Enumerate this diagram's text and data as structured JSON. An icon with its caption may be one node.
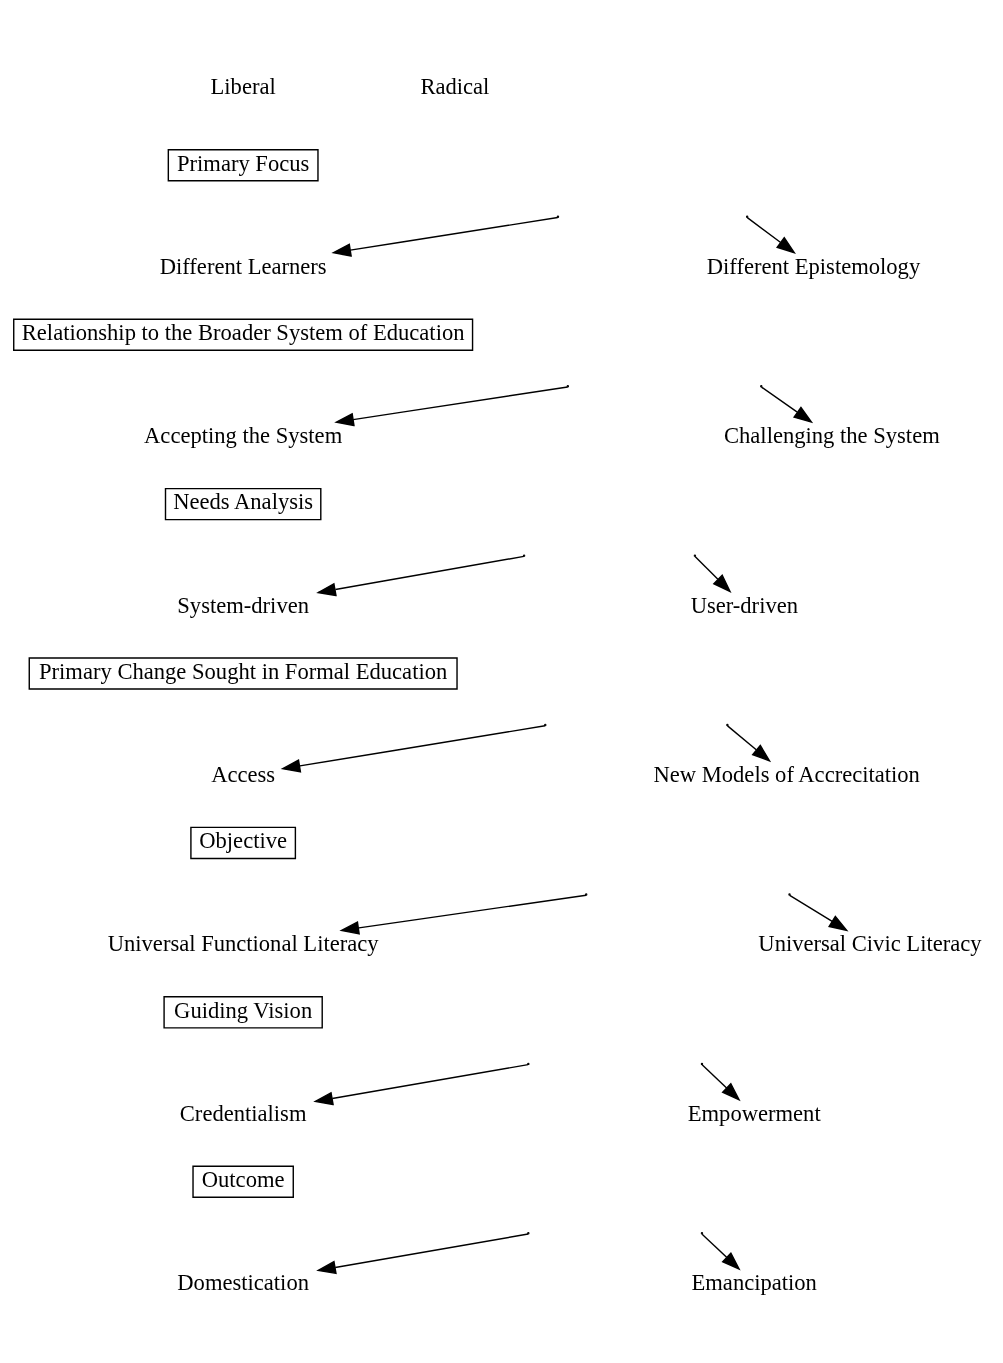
{
  "diagram": {
    "nodes": [
      {
        "text": [
          "Primary Focus"
        ]
      },
      {
        "text": [
          "Different Learners"
        ]
      },
      {
        "text": [
          "Different Epistemology"
        ]
      },
      {
        "text": [
          "Relationship to the Broader System of Education"
        ]
      },
      {
        "text": [
          "Accepting the System"
        ]
      },
      {
        "text": [
          "Challenging the System"
        ]
      },
      {
        "text": [
          "Needs Analysis"
        ]
      },
      {
        "text": [
          "System-driven"
        ]
      },
      {
        "text": [
          "User-driven"
        ]
      },
      {
        "text": [
          "Primary Change Sought in Formal Education"
        ]
      },
      {
        "text": [
          "Access"
        ]
      },
      {
        "text": [
          "New Models of Accrecitation"
        ]
      },
      {
        "text": [
          "Objective"
        ]
      },
      {
        "text": [
          "Universal Functional Literacy"
        ]
      },
      {
        "text": [
          "Universal Civic Literacy"
        ]
      },
      {
        "text": [
          "Guiding Vision"
        ]
      },
      {
        "text": [
          "Credentialism"
        ]
      },
      {
        "text": [
          "Empowerment"
        ]
      },
      {
        "text": [
          "Outcome"
        ]
      },
      {
        "text": [
          "Domestication"
        ]
      },
      {
        "text": [
          "Emancipation"
        ]
      }
    ],
    "edges": [
      {
        "from": null,
        "to": 1,
        "arrow": "to"
      },
      {
        "from": null,
        "to": 2,
        "arrow": "to"
      },
      {
        "from": null,
        "to": 4,
        "arrow": "to"
      },
      {
        "from": null,
        "to": 5,
        "arrow": "to"
      },
      {
        "from": null,
        "to": 7,
        "arrow": "to"
      },
      {
        "from": null,
        "to": 8,
        "arrow": "to"
      },
      {
        "from": null,
        "to": 10,
        "arrow": "to"
      },
      {
        "from": null,
        "to": 11,
        "arrow": "to"
      },
      {
        "from": null,
        "to": 13,
        "arrow": "to"
      },
      {
        "from": null,
        "to": 14,
        "arrow": "to"
      },
      {
        "from": null,
        "to": 16,
        "arrow": "to"
      },
      {
        "from": null,
        "to": 17,
        "arrow": "to"
      },
      {
        "from": null,
        "to": 19,
        "arrow": "to"
      },
      {
        "from": null,
        "to": 20,
        "arrow": "to"
      }
    ],
    "labels": [
      "Liberal",
      "Radical"
    ]
  }
}
